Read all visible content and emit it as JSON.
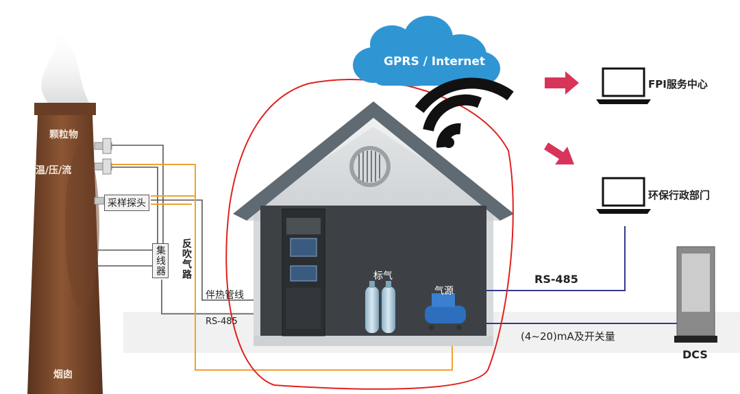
{
  "labels": {
    "particulate": "颗粒物",
    "temp_press_flow": "温/压/流",
    "sampling_probe": "采样探头",
    "collector": "集线器",
    "backflush": "反吹气路",
    "heat_tracing": "伴热管线",
    "rs485_inner": "RS-485",
    "chimney": "烟囱",
    "std_gas": "标气",
    "gas_source": "气源",
    "cloud": "GPRS / Internet",
    "fpi_center": "FPI服务中心",
    "env_dept": "环保行政部门",
    "rs485_outer": "RS-485",
    "signal": "(4~20)mA及开关量",
    "dcs": "DCS"
  },
  "colors": {
    "chimney": "#7b4a2d",
    "orange_line": "#f0a030",
    "blue_line": "#303a8a",
    "red_outline": "#e0201c",
    "cloud": "#2f96d3",
    "arrow": "#d8345a",
    "roof": "#5f6a73",
    "house_interior": "#3d4146"
  },
  "icons": [
    "wifi-icon",
    "laptop-icon",
    "arrow-icon",
    "cloud-icon",
    "server-tower-icon",
    "gas-cylinder-icon",
    "compressor-icon",
    "vent-icon"
  ]
}
